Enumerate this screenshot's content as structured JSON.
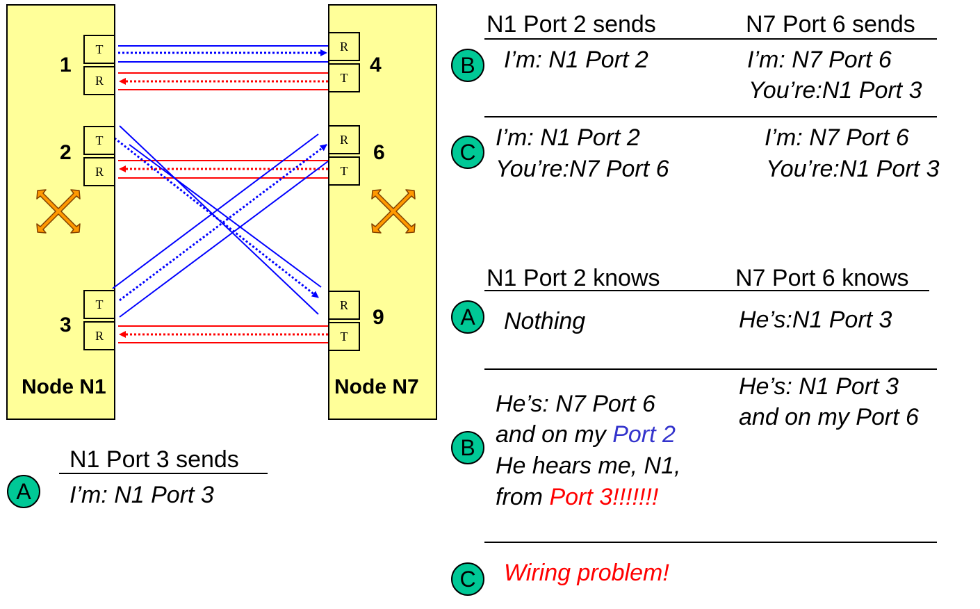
{
  "node_n1": {
    "label": "Node N1",
    "ports": [
      {
        "num": "1",
        "t": "T",
        "r": "R"
      },
      {
        "num": "2",
        "t": "T",
        "r": "R"
      },
      {
        "num": "3",
        "t": "T",
        "r": "R"
      }
    ]
  },
  "node_n7": {
    "label": "Node N7",
    "ports": [
      {
        "num": "4",
        "r": "R",
        "t": "T"
      },
      {
        "num": "6",
        "r": "R",
        "t": "T"
      },
      {
        "num": "9",
        "r": "R",
        "t": "T"
      }
    ]
  },
  "colors": {
    "blue": "#0000ff",
    "red": "#ff0000",
    "accent": "#00c896",
    "node": "#ffff99",
    "swap": "#ff9900"
  },
  "bottom_left": {
    "header": "N1 Port 3 sends",
    "marker": "A",
    "line": "I’m: N1 Port 3"
  },
  "sends": {
    "header_left": "N1 Port 2 sends",
    "header_right": "N7 Port 6 sends",
    "row_b": {
      "marker": "B",
      "left": [
        "I’m: N1 Port 2"
      ],
      "right": [
        "I’m: N7 Port 6",
        "You’re:N1 Port 3"
      ]
    },
    "row_c": {
      "marker": "C",
      "left": [
        "I’m: N1 Port 2",
        "You’re:N7 Port 6"
      ],
      "right": [
        "I’m: N7 Port 6",
        "You’re:N1 Port 3"
      ]
    }
  },
  "knows": {
    "header_left": "N1 Port 2 knows",
    "header_right": "N7 Port 6 knows",
    "row_a": {
      "marker": "A",
      "left": "Nothing",
      "right": "He’s:N1 Port 3"
    },
    "row_b": {
      "marker": "B",
      "left_line1": "He’s: N7 Port 6",
      "left_line2_pre": "and on my ",
      "left_line2_hl": "Port 2",
      "left_line3": "He hears me, N1,",
      "left_line4_pre": "from ",
      "left_line4_hl": "Port 3!!!!!!!",
      "right_line1": "He’s: N1 Port 3",
      "right_line2": "and on my Port 6"
    },
    "row_c": {
      "marker": "C",
      "text": "Wiring problem!"
    }
  }
}
